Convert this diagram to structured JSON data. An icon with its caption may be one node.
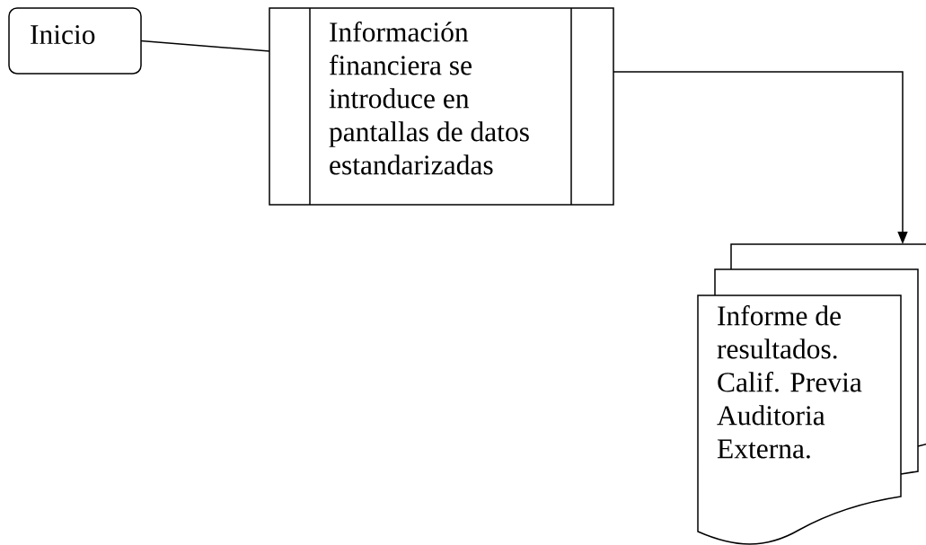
{
  "diagram": {
    "nodes": [
      {
        "text": [
          "Inicio"
        ]
      },
      {
        "text": [
          "Información financiera se introduce en pantallas de datos estandarizadas"
        ]
      },
      {
        "text": [
          "Informe de resultados. Calif. Previa Auditoria Externa."
        ]
      }
    ],
    "edges": [
      {
        "from": 0,
        "to": 1,
        "arrow": "none"
      },
      {
        "from": 1,
        "to": 2,
        "arrow": "to"
      }
    ]
  }
}
